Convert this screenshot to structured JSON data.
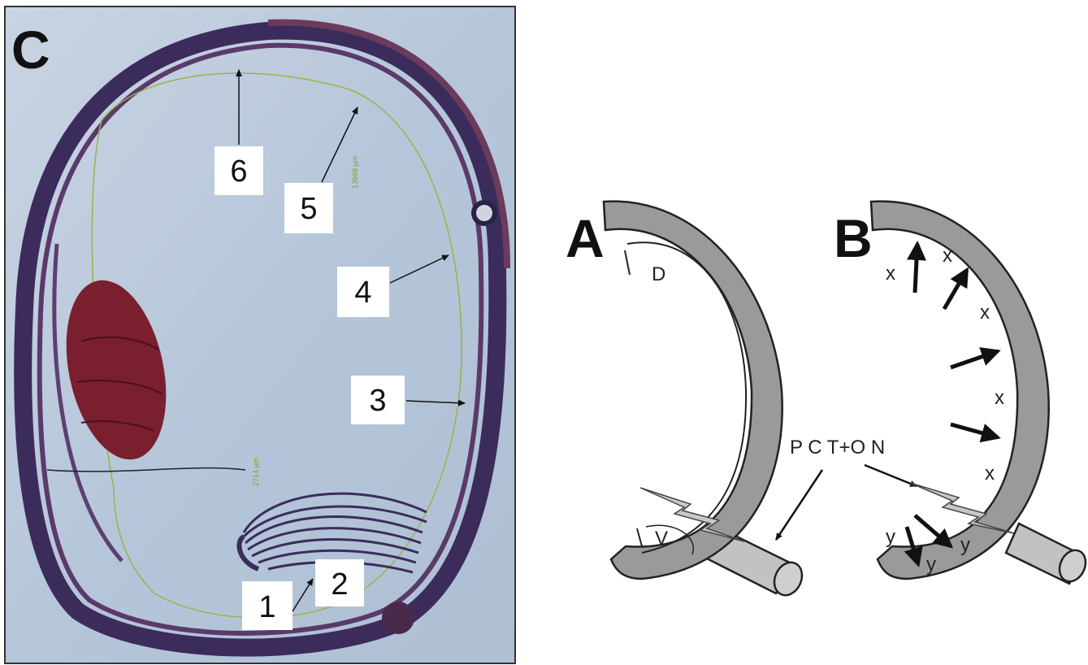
{
  "panel_c": {
    "letter": "C",
    "labels": [
      "1",
      "2",
      "3",
      "4",
      "5",
      "6"
    ],
    "scale_labels": {
      "circumference": "13669 µm",
      "length": "2714 µm"
    },
    "colors": {
      "background": "#b8c8da",
      "wall": "#3e2f5e",
      "lens": "#7a1f2e",
      "outline": "#9fb04a"
    }
  },
  "panel_a": {
    "letter": "A",
    "dorsal_label": "D",
    "ventral_label": "V",
    "pct_label": "P C T+O N"
  },
  "panel_b": {
    "letter": "B",
    "x_marks": [
      "x",
      "x",
      "x",
      "x",
      "x"
    ],
    "y_marks": [
      "y",
      "y",
      "y"
    ]
  },
  "colors": {
    "shell_fill": "#9a9a9a",
    "nerve_fill": "#c2c2c2",
    "arrow": "#111111"
  }
}
